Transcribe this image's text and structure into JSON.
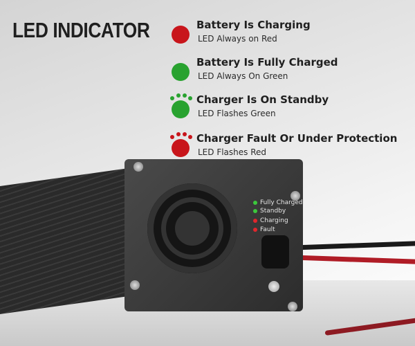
{
  "title": "LED INDICATOR",
  "legend": [
    {
      "label": "Battery Is Charging",
      "desc": "LED Always on Red",
      "color": "#c8151b",
      "flashing": false
    },
    {
      "label": "Battery Is Fully Charged",
      "desc": "LED Always On Green",
      "color": "#28a22f",
      "flashing": false
    },
    {
      "label": "Charger Is On Standby",
      "desc": "LED Flashes Green",
      "color": "#28a22f",
      "flashing": true
    },
    {
      "label": "Charger Fault Or Under Protection",
      "desc": "LED Flashes Red",
      "color": "#c8151b",
      "flashing": true
    }
  ],
  "device_leds": [
    {
      "label": "Fully Charged",
      "color": "#3cc83c"
    },
    {
      "label": "Standby",
      "color": "#3cc83c"
    },
    {
      "label": "Charging",
      "color": "#e0262c"
    },
    {
      "label": "Fault",
      "color": "#e0262c"
    }
  ]
}
